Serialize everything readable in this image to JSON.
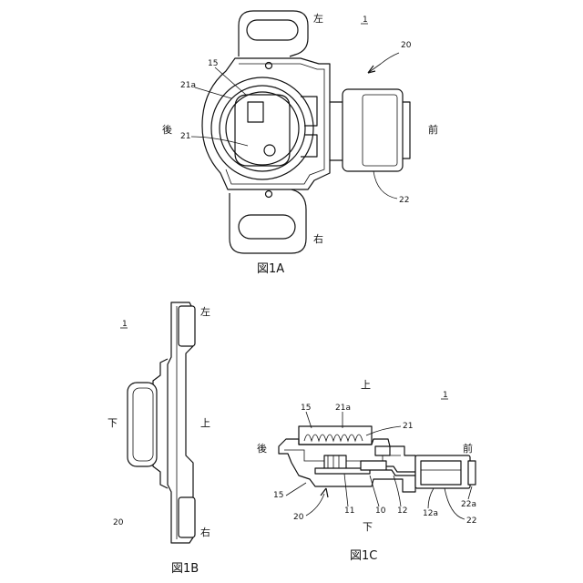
{
  "fig1a": {
    "caption": "図1A",
    "dir_left": "左",
    "dir_right": "右",
    "dir_front": "前",
    "dir_back": "後",
    "ref_1": "1",
    "ref_20": "20",
    "ref_15": "15",
    "ref_21a": "21a",
    "ref_21": "21",
    "ref_22": "22"
  },
  "fig1b": {
    "caption": "図1B",
    "dir_left": "左",
    "dir_up": "上",
    "dir_down": "下",
    "dir_right": "右",
    "ref_1": "1",
    "ref_20": "20"
  },
  "fig1c": {
    "caption": "図1C",
    "dir_up": "上",
    "dir_down": "下",
    "dir_back": "後",
    "dir_front": "前",
    "ref_1": "1",
    "ref_15_top": "15",
    "ref_21a": "21a",
    "ref_21": "21",
    "ref_15_bottom": "15",
    "ref_20": "20",
    "ref_11": "11",
    "ref_10": "10",
    "ref_12": "12",
    "ref_12a": "12a",
    "ref_22a": "22a",
    "ref_22": "22"
  }
}
